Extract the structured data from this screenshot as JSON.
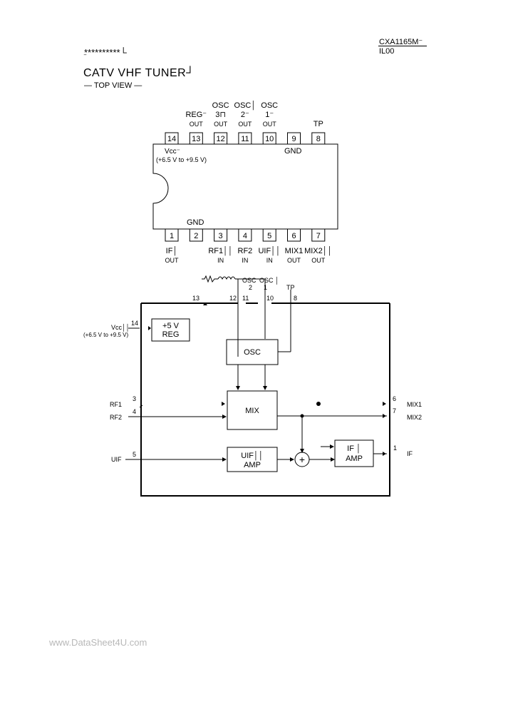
{
  "header": {
    "part_number": "CXA1165M⁻",
    "revision": "IL00",
    "stars": "**********└",
    "stars_sub": "‾",
    "title": "CATV  VHF  TUNER┘",
    "view_label": "— TOP  VIEW —"
  },
  "pinout": {
    "top_pins": [
      {
        "num": "14",
        "label": [
          "",
          ""
        ]
      },
      {
        "num": "13",
        "label": [
          "REG⁻",
          "OUT"
        ]
      },
      {
        "num": "12",
        "label": [
          "OSC",
          "3⊓",
          "OUT"
        ]
      },
      {
        "num": "11",
        "label": [
          "OSC│",
          "2⁻",
          "OUT"
        ]
      },
      {
        "num": "10",
        "label": [
          "OSC",
          "1⁻",
          "OUT"
        ]
      },
      {
        "num": "9",
        "label": [
          "",
          ""
        ]
      },
      {
        "num": "8",
        "label": [
          "TP"
        ]
      }
    ],
    "bottom_pins": [
      {
        "num": "1",
        "label": [
          "IF│",
          "OUT"
        ]
      },
      {
        "num": "2",
        "label": [
          "",
          ""
        ]
      },
      {
        "num": "3",
        "label": [
          "RF1││",
          "IN"
        ]
      },
      {
        "num": "4",
        "label": [
          "RF2",
          "IN"
        ]
      },
      {
        "num": "5",
        "label": [
          "UIF││",
          "IN"
        ]
      },
      {
        "num": "6",
        "label": [
          "MIX1",
          "OUT"
        ]
      },
      {
        "num": "7",
        "label": [
          "MIX2││",
          "OUT"
        ]
      }
    ],
    "vcc_label": "Vcc⁻",
    "vcc_range": "(+6.5 V to +9.5 V)",
    "gnd_top": "GND",
    "gnd_bottom": "GND"
  },
  "block": {
    "ext_osc_label_1": "OSC",
    "ext_osc_label_2": "OSC │",
    "ext_osc_num_1": "2",
    "ext_osc_num_2": "1",
    "tp_label": "TP",
    "pin13": "13",
    "pin12": "12",
    "pin11": "11",
    "pin10": "10",
    "pin8": "8",
    "pin14": "14",
    "pin3": "3",
    "pin4": "4",
    "pin5": "5",
    "pin6": "6",
    "pin7": "7",
    "pin1": "1",
    "vcc_label": "Vcc││",
    "vcc_range": "(+6.5 V to +9.5 V)",
    "reg_line1": "+5 V",
    "reg_line2": "REG",
    "osc": "OSC",
    "mix": "MIX",
    "uif_line1": "UIF││",
    "uif_line2": "AMP",
    "if_line1": "IF │",
    "if_line2": "AMP",
    "rf1": "RF1",
    "rf2": "RF2",
    "uif_in": "UIF",
    "mix1": "MIX1",
    "mix2": "MIX2",
    "if_out": "IF",
    "sum": "+"
  },
  "footer": "www.DataSheet4U.com"
}
